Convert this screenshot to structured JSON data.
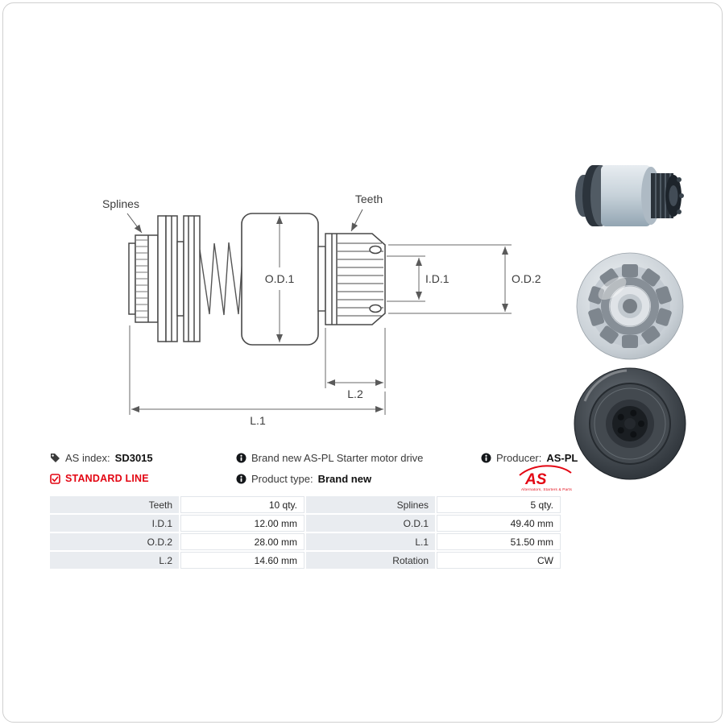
{
  "diagram": {
    "labels": {
      "splines": "Splines",
      "teeth": "Teeth",
      "od1": "O.D.1",
      "id1": "I.D.1",
      "od2": "O.D.2",
      "l2": "L.2",
      "l1": "L.1"
    }
  },
  "info": {
    "as_index_label": "AS index:",
    "as_index_value": "SD3015",
    "standard_line": "STANDARD LINE",
    "description": "Brand new AS-PL Starter motor drive",
    "product_type_label": "Product type:",
    "product_type_value": "Brand new",
    "producer_label": "Producer:",
    "producer_value": "AS-PL",
    "logo_text": "AS",
    "logo_tagline": "Alternators, Starters & Parts"
  },
  "table": {
    "rows": [
      [
        "Teeth",
        "10 qty.",
        "Splines",
        "5 qty."
      ],
      [
        "I.D.1",
        "12.00 mm",
        "O.D.1",
        "49.40 mm"
      ],
      [
        "O.D.2",
        "28.00 mm",
        "L.1",
        "51.50 mm"
      ],
      [
        "L.2",
        "14.60 mm",
        "Rotation",
        "CW"
      ]
    ]
  },
  "colors": {
    "accent_red": "#e30613",
    "drawing_line": "#4a4a4a",
    "dimension_line": "#6a6a6a",
    "table_label_bg": "#e9ecf0"
  }
}
